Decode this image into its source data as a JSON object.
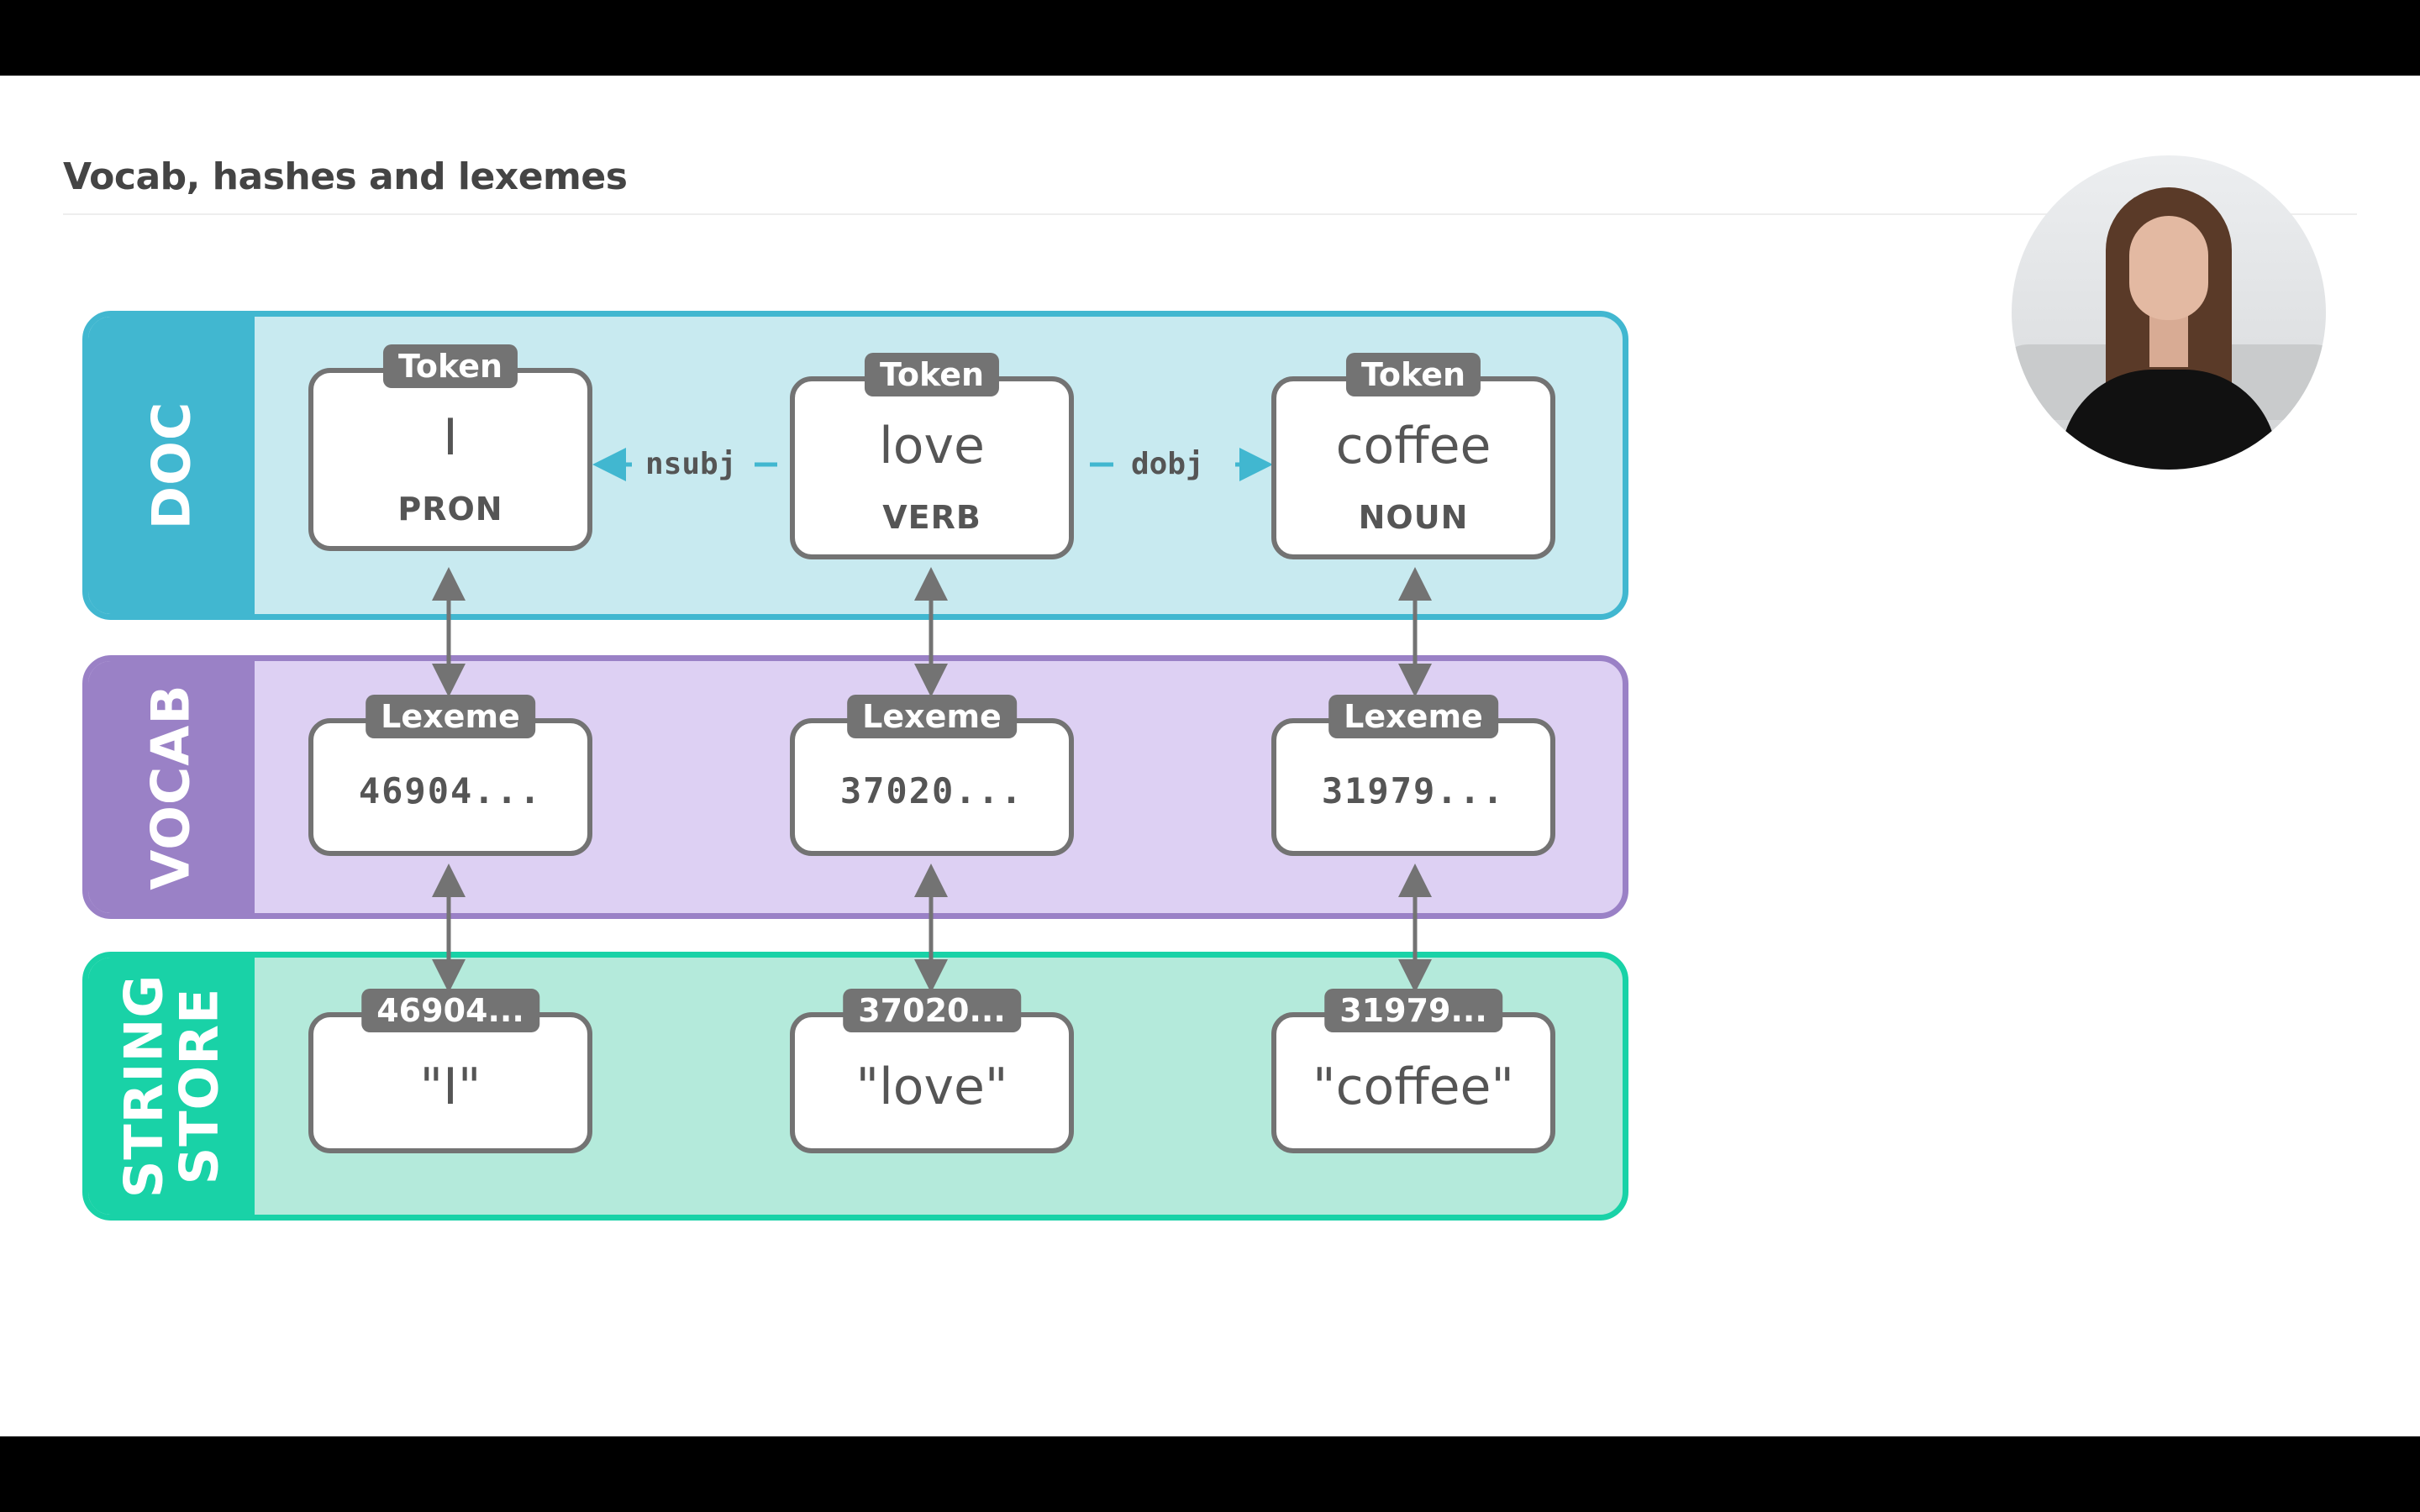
{
  "slide": {
    "title": "Vocab, hashes and lexemes"
  },
  "webcam": {
    "description_icon": "presenter-video"
  },
  "diagram": {
    "bands": {
      "doc": "DOC",
      "vocab": "VOCAB",
      "string_store": "STRING\nSTORE"
    },
    "tokens": [
      {
        "tag": "Token",
        "text": "I",
        "pos": "PRON"
      },
      {
        "tag": "Token",
        "text": "love",
        "pos": "VERB"
      },
      {
        "tag": "Token",
        "text": "coffee",
        "pos": "NOUN"
      }
    ],
    "dependencies": [
      {
        "label": "nsubj"
      },
      {
        "label": "dobj"
      }
    ],
    "lexemes": [
      {
        "tag": "Lexeme",
        "hash": "46904..."
      },
      {
        "tag": "Lexeme",
        "hash": "37020..."
      },
      {
        "tag": "Lexeme",
        "hash": "31979..."
      }
    ],
    "strings": [
      {
        "tag": "46904...",
        "value": "\"I\""
      },
      {
        "tag": "37020...",
        "value": "\"love\""
      },
      {
        "tag": "31979...",
        "value": "\"coffee\""
      }
    ],
    "colors": {
      "doc": "#41b7d0",
      "vocab": "#9a81c6",
      "string_store": "#19d2a7",
      "box_border": "#737373"
    }
  }
}
